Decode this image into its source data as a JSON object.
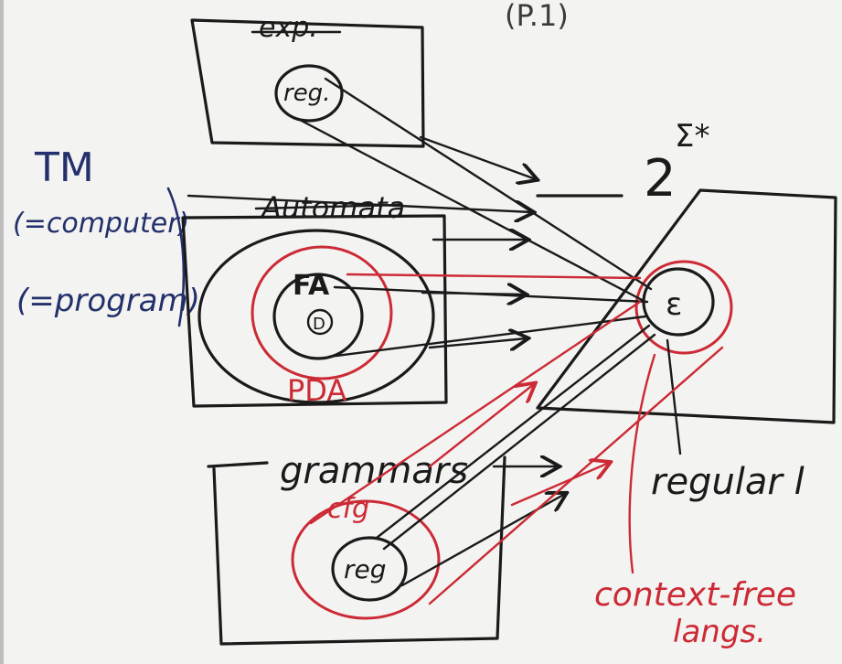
{
  "diagram": {
    "top_note": "(P.1)",
    "expressions_box": {
      "title": "exp.",
      "inner": "reg."
    },
    "automata_box": {
      "title": "Automata",
      "fa": "FA",
      "dfa_mark": "D",
      "pda": "PDA"
    },
    "turing": {
      "title": "TM",
      "line1": "(=computer)",
      "line2": "(=program)"
    },
    "grammars_box": {
      "title": "grammars",
      "cfg": "cfg",
      "inner": "reg"
    },
    "language_space": {
      "title": "2^Σ*",
      "base": "2",
      "exponent": "Σ*",
      "epsilon": "ε",
      "regular_label": "regular l",
      "cf_label_line1": "context-free",
      "cf_label_line2": "langs."
    },
    "colors": {
      "black_ink": "#1a1a1a",
      "red_ink": "#cc2a35",
      "blue_ink": "#23306b",
      "board": "#f3f3f1"
    }
  }
}
